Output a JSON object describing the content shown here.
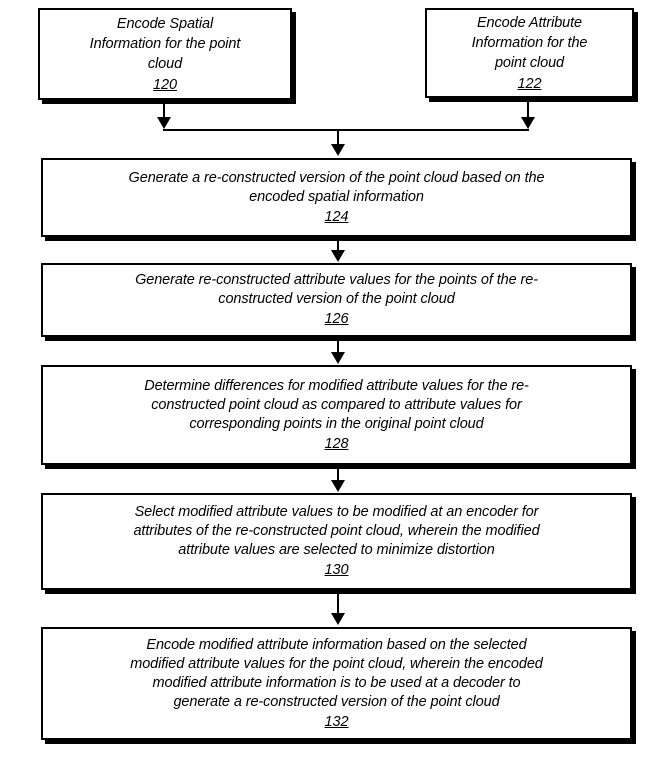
{
  "figure": {
    "title": "Point cloud encoding process flowchart",
    "type": "patent-flowchart",
    "orientation": "top-to-bottom",
    "stroke_color": "#000000",
    "background_color": "#ffffff"
  },
  "nodes": [
    {
      "id": "120",
      "text": "Encode Spatial\nInformation for the point\ncloud",
      "number": "120"
    },
    {
      "id": "122",
      "text": "Encode Attribute\nInformation for the\npoint cloud",
      "number": "122"
    },
    {
      "id": "124",
      "text": "Generate a re-constructed version of the point cloud based on the\nencoded spatial information",
      "number": "124"
    },
    {
      "id": "126",
      "text": "Generate re-constructed attribute values for the points of the re-\nconstructed version of the point cloud",
      "number": "126"
    },
    {
      "id": "128",
      "text": "Determine differences for modified attribute values for the re-\nconstructed point cloud as compared to attribute values for\ncorresponding points in the original point cloud",
      "number": "128"
    },
    {
      "id": "130",
      "text": "Select modified attribute values to be modified at an encoder for\nattributes of the re-constructed point cloud, wherein the modified\nattribute values are selected to minimize distortion",
      "number": "130"
    },
    {
      "id": "132",
      "text": "Encode modified attribute information based on the selected\nmodified attribute values for the point cloud, wherein the encoded\nmodified attribute information is to be used at a decoder to\ngenerate a re-constructed version of the point cloud",
      "number": "132"
    }
  ],
  "edges": [
    {
      "from": "120",
      "to": "junction",
      "kind": "arrow-down"
    },
    {
      "from": "122",
      "to": "junction",
      "kind": "arrow-down"
    },
    {
      "from": "junction",
      "to": "124",
      "kind": "arrow-down"
    },
    {
      "from": "124",
      "to": "126",
      "kind": "arrow-down"
    },
    {
      "from": "126",
      "to": "128",
      "kind": "arrow-down"
    },
    {
      "from": "128",
      "to": "130",
      "kind": "arrow-down"
    },
    {
      "from": "130",
      "to": "132",
      "kind": "arrow-down"
    }
  ]
}
